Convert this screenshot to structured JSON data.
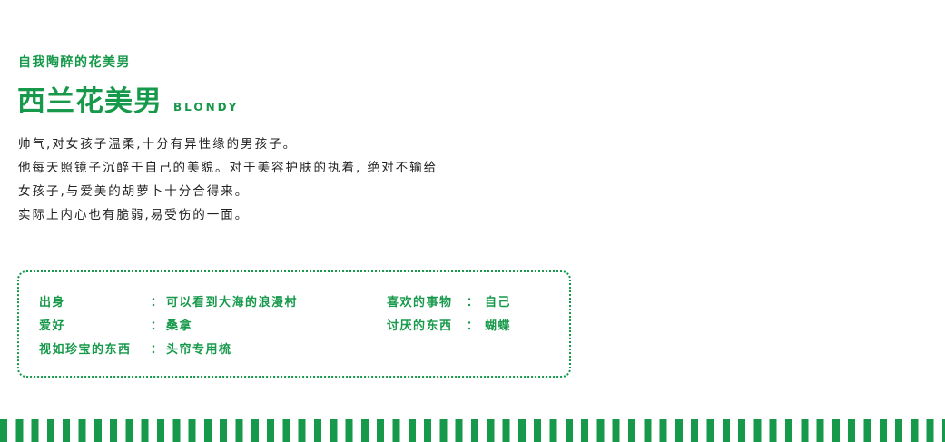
{
  "header": {
    "subtitle": "自我陶醉的花美男",
    "title": "西兰花美男",
    "title_en": "BLONDY"
  },
  "description": {
    "lines": [
      "帅气,对女孩子温柔,十分有异性缘的男孩子。",
      "他每天照镜子沉醉于自己的美貌。对于美容护肤的执着, 绝对不输给",
      "女孩子,与爱美的胡萝卜十分合得来。",
      "实际上内心也有脆弱,易受伤的一面。"
    ]
  },
  "profile": {
    "rows": [
      {
        "label": "出身",
        "colon": "：",
        "value": "可以看到大海的浪漫村"
      },
      {
        "label": "爱好",
        "colon": "：",
        "value": "桑拿"
      },
      {
        "label": "视如珍宝的东西",
        "colon": "：",
        "value": "头帘专用梳"
      },
      {
        "label": "喜欢的事物",
        "colon": "：",
        "value": "自己"
      },
      {
        "label": "讨厌的东西",
        "colon": "：",
        "value": "蝴蝶"
      }
    ]
  },
  "colors": {
    "accent": "#17994b",
    "text": "#222222",
    "background": "#ffffff"
  }
}
